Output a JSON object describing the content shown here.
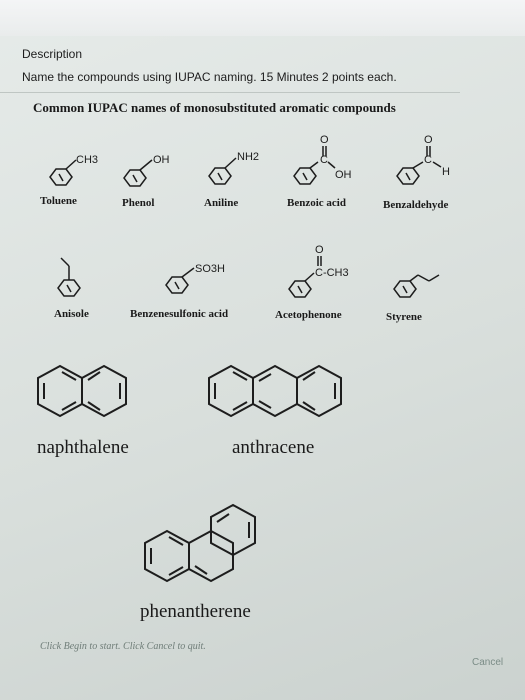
{
  "description_heading": "Description",
  "instruction": "Name the compounds using IUPAC naming.  15 Minutes 2 points each.",
  "figure": {
    "title": "Common IUPAC names of monosubstituted aromatic compounds",
    "substituent_texts": {
      "toluene": "CH3",
      "phenol": "OH",
      "aniline": "NH2",
      "benzoic_oxygen": "O",
      "benzoic_C": "C",
      "benzoic_OH": "OH",
      "benzaldehyde_oxygen": "O",
      "benzaldehyde_C": "C",
      "benzaldehyde_H": "H",
      "sulfonic": "SO3H",
      "aceto_oxygen": "O",
      "aceto_group": "C-CH3"
    },
    "compounds_row1": [
      "Toluene",
      "Phenol",
      "Aniline",
      "Benzoic acid",
      "Benzaldehyde"
    ],
    "compounds_row2": [
      "Anisole",
      "Benzenesulfonic acid",
      "Acetophenone",
      "Styrene"
    ],
    "polycyclic": [
      "naphthalene",
      "anthracene",
      "phenantherene"
    ]
  },
  "footer": {
    "hint": "Click Begin to start. Click Cancel to quit.",
    "cancel_label": "Cancel"
  }
}
